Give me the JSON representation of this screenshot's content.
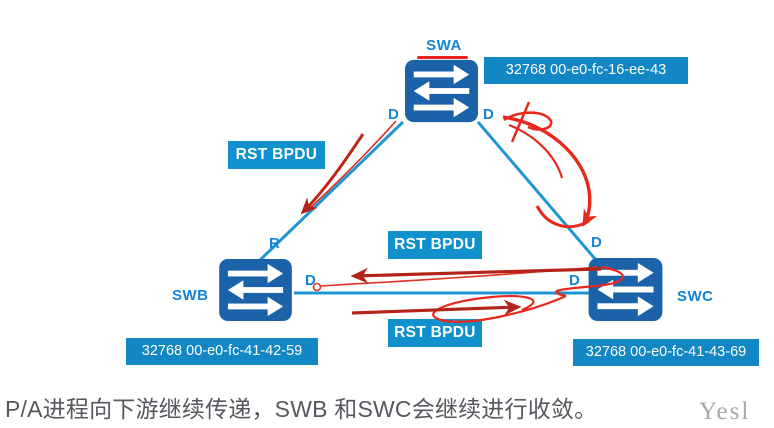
{
  "diagram": {
    "caption": "P/A进程向下游继续传递，SWB 和SWC会继续进行收敛。",
    "watermark": "Yesl",
    "bpdu_labels": {
      "left": "RST BPDU",
      "mid_top": "RST BPDU",
      "mid_bottom": "RST BPDU"
    },
    "switches": {
      "swa": {
        "name": "SWA",
        "bridge_id": "32768 00-e0-fc-16-ee-43",
        "port_left": "D",
        "port_right": "D"
      },
      "swb": {
        "name": "SWB",
        "bridge_id": "32768 00-e0-fc-41-42-59",
        "port_top": "R",
        "port_right": "D"
      },
      "swc": {
        "name": "SWC",
        "bridge_id": "32768 00-e0-fc-41-43-69",
        "port_top": "D",
        "port_left": "D"
      }
    },
    "colors": {
      "switch_fill": "#1b62a9",
      "bpdu_label_bg": "#1091cd",
      "bridge_label_bg": "#1287c4",
      "link_blue": "#1e96d3",
      "port_text_blue": "#1583d6",
      "annotation_red": "#e8281c",
      "annotation_dark_red": "#b5241a",
      "caption_gray": "#55585e"
    }
  }
}
